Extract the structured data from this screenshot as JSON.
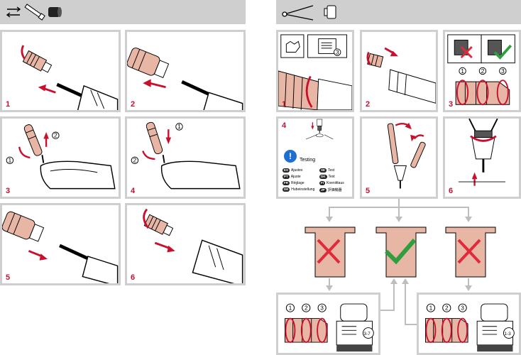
{
  "left_section": {
    "header_icons": [
      "swap-arrows-icon",
      "mandrel-icon",
      "nosepiece-icon"
    ],
    "steps": [
      {
        "number": "1",
        "circle_labels": []
      },
      {
        "number": "2",
        "circle_labels": []
      },
      {
        "number": "3",
        "circle_labels": [
          "1",
          "2"
        ]
      },
      {
        "number": "4",
        "circle_labels": [
          "1",
          "2"
        ]
      },
      {
        "number": "5",
        "circle_labels": []
      },
      {
        "number": "6",
        "circle_labels": []
      }
    ]
  },
  "right_section": {
    "header_icons": [
      "caliper-icon",
      "nosepiece-icon"
    ],
    "steps": [
      {
        "number": "1",
        "callout_number": "3"
      },
      {
        "number": "2"
      },
      {
        "number": "3",
        "circle_labels": [
          "1",
          "2",
          "3"
        ]
      },
      {
        "number": "4",
        "testing_label": "Testing",
        "languages": [
          {
            "code": "ES",
            "text": "Ajustes"
          },
          {
            "code": "PT",
            "text": "Ajuste"
          },
          {
            "code": "FR",
            "text": "Réglage"
          },
          {
            "code": "DE",
            "text": "Hubeinstellung"
          },
          {
            "code": "SE",
            "text": "Test"
          },
          {
            "code": "DK",
            "text": "Test"
          },
          {
            "code": "FI",
            "text": "Koeniittaus"
          },
          {
            "code": "JP",
            "text": "評価機器"
          }
        ]
      },
      {
        "number": "5"
      },
      {
        "number": "6"
      }
    ],
    "results": [
      "bad",
      "good",
      "bad"
    ],
    "adjust_left": {
      "circle_labels": [
        "1",
        "2",
        "3"
      ],
      "callout": "3-7"
    },
    "adjust_right": {
      "circle_labels": [
        "1",
        "2",
        "3"
      ],
      "callout": "1-3"
    }
  },
  "colors": {
    "accent": "#c8102e",
    "panel_border": "#cfcfcf",
    "good": "#2e9e3e",
    "bad": "#e02a3a",
    "rivet": "#e8b6a4"
  }
}
